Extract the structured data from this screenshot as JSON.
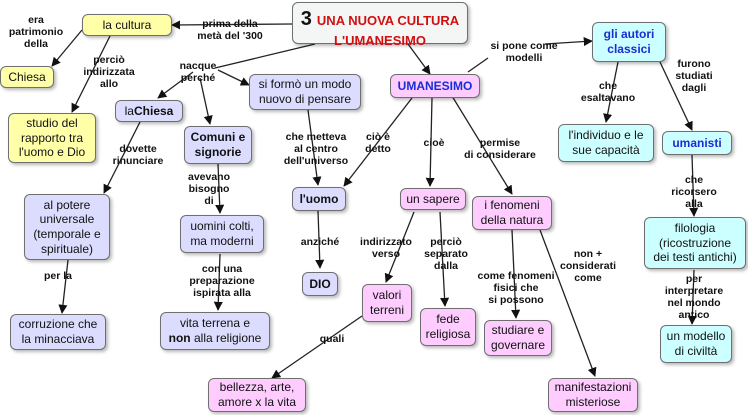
{
  "title": {
    "number": "3",
    "line1": "UNA NUOVA CULTURA",
    "line2": "L'UMANESIMO"
  },
  "nodes": {
    "cultura": "la cultura",
    "chiesa_top": "Chiesa",
    "studio": "studio del\nrapporto tra\nl'uomo e Dio",
    "la_chiesa_a": "la ",
    "la_chiesa_b": "Chiesa",
    "comuni": "Comuni e\nsignorie",
    "modo_nuovo": "si formò un modo\nnuovo di pensare",
    "umanesimo": "UMANESIMO",
    "autori": "gli autori\nclassici",
    "individuo": "l'individuo e le\nsue capacità",
    "umanisti": "umanisti",
    "potere": "al potere\nuniversale\n(temporale e\nspirituale)",
    "corruzione": "corruzione che\nla minacciava",
    "uomini": "uomini colti,\nma moderni",
    "vita_a": "vita terrena e\n",
    "vita_b": "non",
    "vita_c": " alla religione",
    "uomo": "l'uomo",
    "dio": "DIO",
    "sapere": "un sapere",
    "fenomeni": "i fenomeni\ndella natura",
    "filologia": "filologia\n(ricostruzione\ndei testi antichi)",
    "modello": "un modello\ndi civiltà",
    "valori": "valori\nterreni",
    "fede": "fede\nreligiosa",
    "studiare": "studiare e\ngovernare",
    "bellezza": "bellezza, arte,\namore x la vita",
    "manifestazioni": "manifestazioni\nmisteriose"
  },
  "labels": {
    "era_patrimonio": "era\npatrimonio\ndella",
    "prima_della": "prima della\nmetà del '300",
    "percio_indirizzata": "perciò\nindirizzata\nallo",
    "nacque": "nacque\nperché",
    "si_pone": "si pone come\nmodelli",
    "che_esaltavano": "che\nesaltavano",
    "furono_studiati": "furono\nstudiati\ndagli",
    "dovette": "dovette\nrinunciare",
    "avevano": "avevano\nbisogno\ndi",
    "che_metteva": "che metteva\nal centro\ndell'universo",
    "cio_e_detto": "ciò è\ndetto",
    "cioe": "cioè",
    "permise": "permise\ndi considerare",
    "che_ricorsero": "che ricorsero\nalla",
    "per_la": "per la",
    "con_una": "con una\npreparazione\nispirata alla",
    "anziche": "anziché",
    "indirizzato": "indirizzato\nverso",
    "percio_separato": "perciò\nseparato\ndalla",
    "come_fenomeni": "come fenomeni\nfisici che\nsi possono",
    "non_piu": "non +\nconsiderati\ncome",
    "per_interpretare": "per\ninterpretare\nnel mondo\nantico",
    "quali": "quali"
  },
  "colors": {
    "yellow": "#ffffa8",
    "blue": "#dcdcff",
    "cyan": "#ccffff",
    "pink": "#ffccff",
    "title_red": "#d01010",
    "blue_text": "#1a2cd6"
  }
}
